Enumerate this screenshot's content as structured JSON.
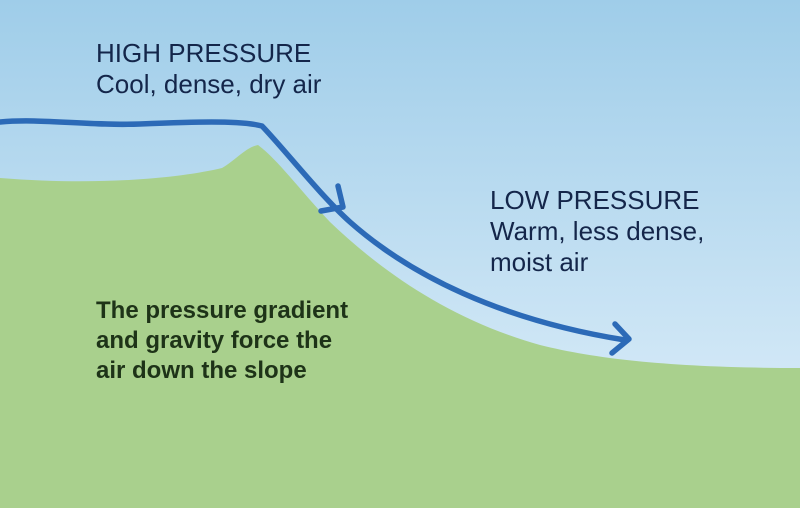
{
  "colors": {
    "sky_top": "#9fcde9",
    "sky_bottom": "#e3f1fb",
    "ground": "#a9d08d",
    "arrow": "#2c6ab7",
    "high_text": "#14264a",
    "low_text": "#14264a",
    "body_text": "#1e3318"
  },
  "high_pressure": {
    "title": "HIGH PRESSURE",
    "description": "Cool, dense, dry air"
  },
  "low_pressure": {
    "title": "LOW PRESSURE",
    "description_line1": "Warm, less dense,",
    "description_line2": "moist air"
  },
  "explanation": {
    "line1": "The pressure gradient",
    "line2": "and gravity force the",
    "line3": "air down the slope"
  },
  "elements": {
    "arrow_icon": "downslope-wind-arrow-icon",
    "arrowheads": 2,
    "terrain": "hill-and-slope"
  }
}
